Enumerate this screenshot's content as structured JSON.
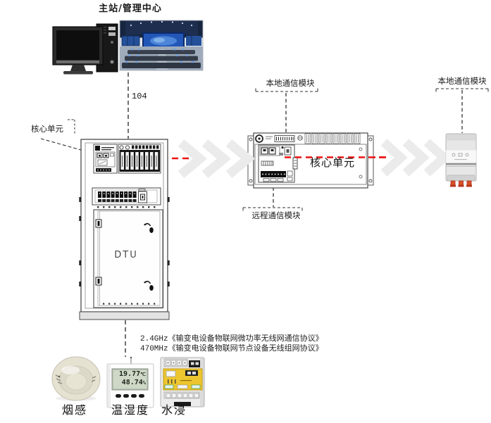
{
  "title": "主站/管理中心",
  "connection": {
    "scada_protocol": "104"
  },
  "cabinet": {
    "pointer_label": "核心单元",
    "door_label": "DTU"
  },
  "comm_rack": {
    "local_module_label": "本地通信模块",
    "core_unit_label": "核心单元",
    "remote_module_label": "远程通信模块"
  },
  "wireless_node": {
    "local_module_label": "本地通信模块"
  },
  "protocol_notes": {
    "line1": "2.4GHz《输变电设备物联网微功率无线网通信协议》",
    "line2": "470MHz《输变电设备物联网节点设备无线组网协议》"
  },
  "sensors": {
    "smoke": {
      "label": "烟感"
    },
    "temp_humidity": {
      "label": "温湿度",
      "temperature_value": "19.77",
      "temperature_unit": "℃",
      "humidity_value": "48.74",
      "humidity_unit": "%"
    },
    "water": {
      "label": "水浸"
    }
  },
  "colors": {
    "signal_red": "#ec1313",
    "arrow_grey": "#ebebeb",
    "line_dark": "#333333"
  }
}
